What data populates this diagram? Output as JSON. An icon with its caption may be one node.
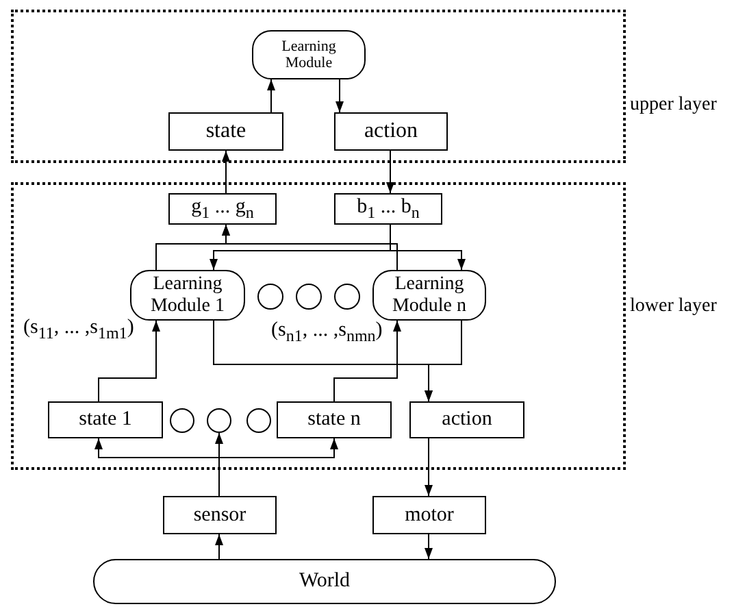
{
  "diagram": {
    "nodes": [
      {
        "text": [
          "upper layer"
        ]
      },
      {
        "text": [
          "Learning Module"
        ],
        "in": 0
      },
      {
        "text": [
          "state"
        ],
        "in": 0
      },
      {
        "text": [
          "action"
        ],
        "in": 0
      },
      {
        "text": [
          "lower layer"
        ]
      },
      {
        "text": [
          "g$_{1}$ ... g$_{n}$"
        ],
        "in": 4
      },
      {
        "text": [
          "b$_{1}$ ... b$_{n}$"
        ],
        "in": 4
      },
      {
        "text": [
          "Learning Module 1"
        ],
        "in": 4
      },
      {
        "text": [],
        "shape": "circle",
        "in": 4
      },
      {
        "text": [],
        "shape": "circle",
        "in": 4
      },
      {
        "text": [],
        "shape": "circle",
        "in": 4
      },
      {
        "text": [
          "Learning Module n"
        ],
        "in": 4
      },
      {
        "text": [
          "state 1"
        ],
        "in": 4
      },
      {
        "text": [],
        "shape": "circle",
        "in": 4
      },
      {
        "text": [],
        "shape": "circle",
        "in": 4
      },
      {
        "text": [],
        "shape": "circle",
        "in": 4
      },
      {
        "text": [
          "state n"
        ],
        "in": 4
      },
      {
        "text": [
          "action"
        ],
        "in": 4
      },
      {
        "text": [
          "sensor"
        ]
      },
      {
        "text": [
          "motor"
        ]
      },
      {
        "text": [
          "World"
        ]
      }
    ],
    "edges": [
      {
        "from": 2,
        "to": 1,
        "arrow": "to"
      },
      {
        "from": 1,
        "to": 3,
        "arrow": "to"
      },
      {
        "from": 5,
        "to": 2,
        "arrow": "to"
      },
      {
        "from": 3,
        "to": 6,
        "arrow": "to"
      },
      {
        "from": 7,
        "to": 5,
        "arrow": "to"
      },
      {
        "from": 11,
        "to": 5,
        "arrow": "to"
      },
      {
        "from": 6,
        "to": 7,
        "arrow": "to"
      },
      {
        "from": 6,
        "to": 11,
        "arrow": "to"
      },
      {
        "from": 12,
        "to": 7,
        "arrow": "to"
      },
      {
        "from": 16,
        "to": 11,
        "arrow": "to"
      },
      {
        "from": 7,
        "to": 17,
        "arrow": "to"
      },
      {
        "from": 11,
        "to": 17,
        "arrow": "to"
      },
      {
        "from": 18,
        "to": 12,
        "arrow": "to"
      },
      {
        "from": 18,
        "to": 14,
        "arrow": "to"
      },
      {
        "from": 18,
        "to": 16,
        "arrow": "to"
      },
      {
        "from": 17,
        "to": 19,
        "arrow": "to"
      },
      {
        "from": 19,
        "to": 20,
        "arrow": "to"
      },
      {
        "from": 20,
        "to": 18,
        "arrow": "to"
      }
    ],
    "labels": [
      "(s$_{11}$, ... ,s$_{1m1}$)",
      "(s$_{n1}$, ... ,s$_{nmn}$)"
    ]
  }
}
